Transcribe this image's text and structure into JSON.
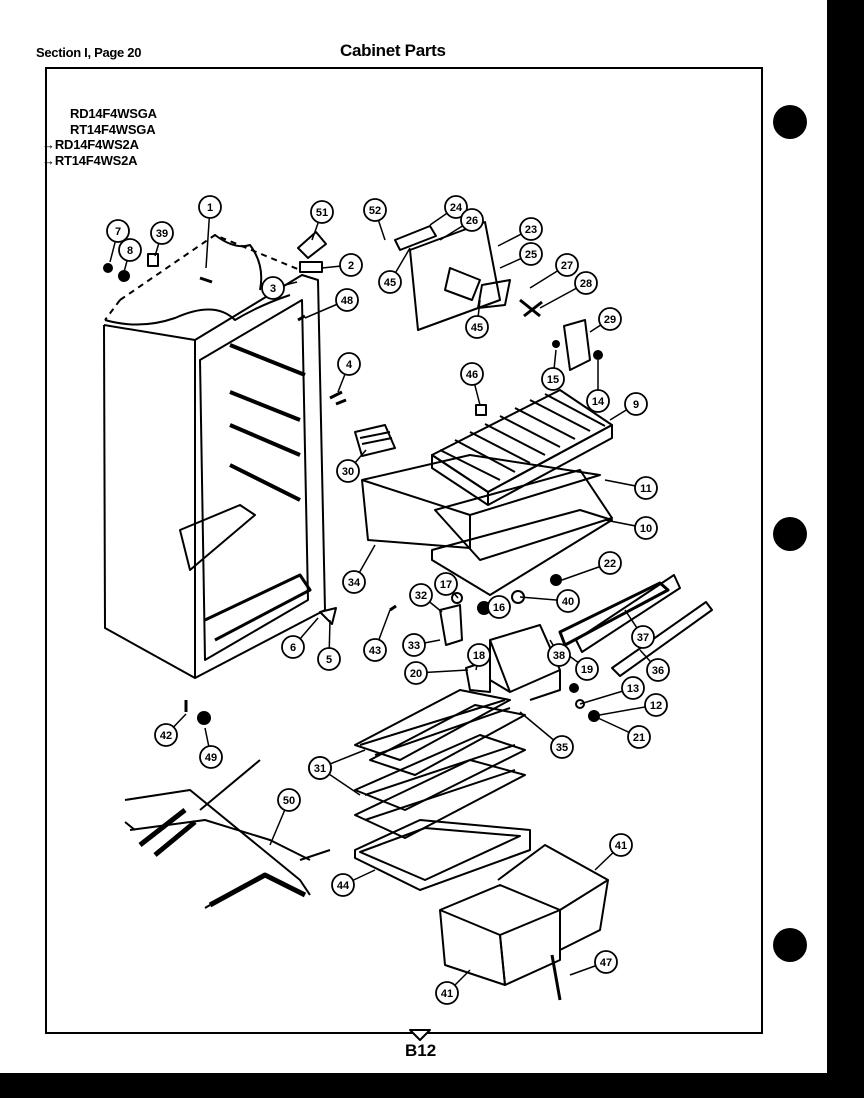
{
  "header": {
    "section": "Section I, Page 20",
    "title": "Cabinet Parts"
  },
  "models": [
    {
      "name": "RD14F4WSGA",
      "arrow": false
    },
    {
      "name": "RT14F4WSGA",
      "arrow": false
    },
    {
      "name": "RD14F4WS2A",
      "arrow": true
    },
    {
      "name": "RT14F4WS2A",
      "arrow": true
    }
  ],
  "footer": {
    "page_code": "B12"
  },
  "callouts": [
    "1",
    "2",
    "3",
    "4",
    "5",
    "6",
    "7",
    "8",
    "9",
    "10",
    "11",
    "12",
    "13",
    "14",
    "15",
    "16",
    "17",
    "18",
    "19",
    "20",
    "21",
    "22",
    "23",
    "24",
    "25",
    "26",
    "27",
    "28",
    "29",
    "30",
    "31",
    "31",
    "32",
    "33",
    "34",
    "35",
    "36",
    "37",
    "38",
    "39",
    "40",
    "41",
    "41",
    "42",
    "43",
    "44",
    "45",
    "45",
    "46",
    "47",
    "48",
    "49",
    "50",
    "51",
    "52"
  ]
}
